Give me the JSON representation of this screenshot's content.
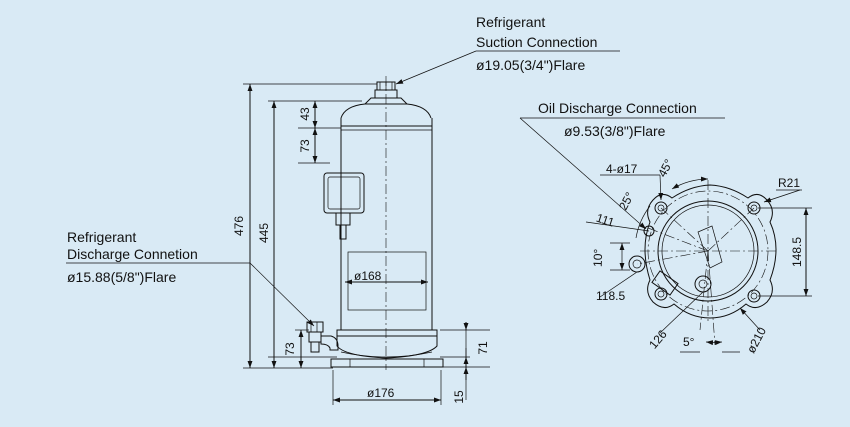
{
  "suction": {
    "line1": "Refrigerant",
    "line2": "Suction Connection",
    "spec": "ø19.05(3/4\")Flare"
  },
  "discharge": {
    "line1": "Refrigerant",
    "line2": "Discharge Connetion",
    "spec": "ø15.88(5/8\")Flare"
  },
  "oil": {
    "line1": "Oil Discharge Connection",
    "spec": "ø9.53(3/8\")Flare"
  },
  "side_dims": {
    "total_height": "476",
    "height_445": "445",
    "top_43": "43",
    "top_73": "73",
    "bottom_73": "73",
    "shell_dia": "ø168",
    "base_dia": "ø176",
    "right_71": "71",
    "bottom_15": "15"
  },
  "top_dims": {
    "holes": "4-ø17",
    "angle_45": "45°",
    "angle_25": "25°",
    "radius": "R21",
    "d111": "111",
    "angle_10": "10°",
    "d1185": "118.5",
    "d1485": "148.5",
    "d126": "126",
    "angle_5": "5°",
    "bolt_circle": "ø210"
  }
}
